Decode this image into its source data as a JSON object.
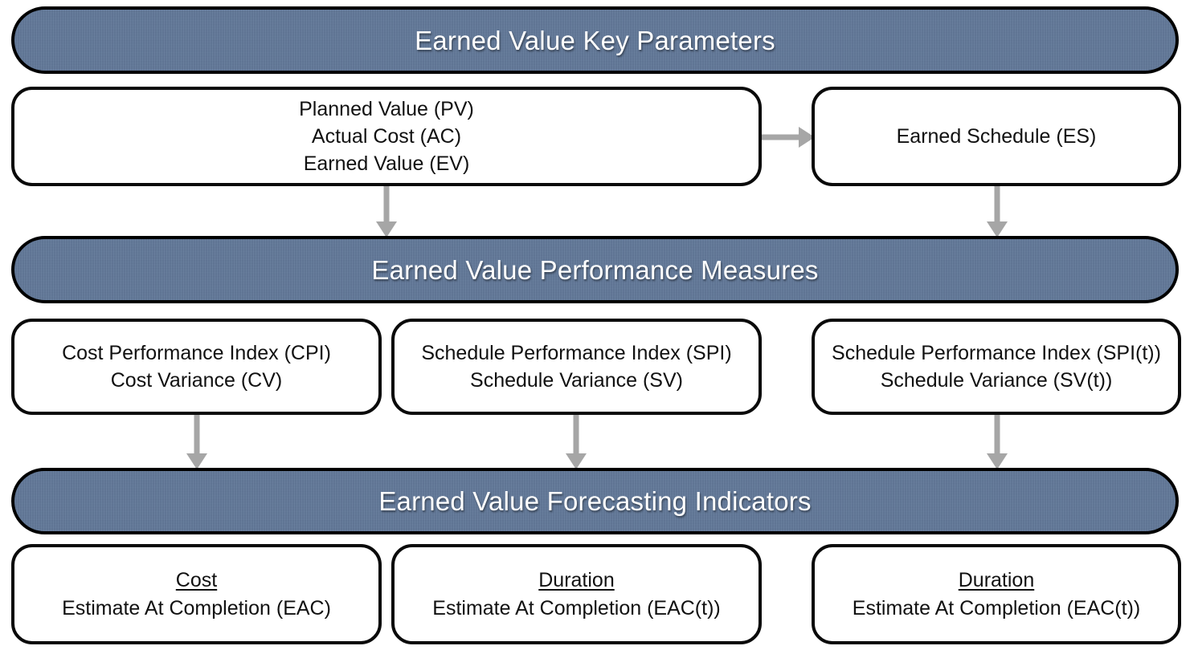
{
  "diagram": {
    "title": "Earned Value Key Parameters",
    "accent_color": "#62799a",
    "box_border_color": "#0a0a0a",
    "arrow_color": "#a6a6a6",
    "banner_text_color": "#ffffff",
    "sections": [
      {
        "id": "key-parameters",
        "banner": "Earned Value Key Parameters",
        "nodes": [
          {
            "id": "pv-ac-ev",
            "lines": [
              "Planned Value (PV)",
              "Actual Cost (AC)",
              "Earned Value (EV)"
            ]
          },
          {
            "id": "earned-schedule",
            "lines": [
              "Earned Schedule (ES)"
            ]
          }
        ]
      },
      {
        "id": "performance-measures",
        "banner": "Earned Value Performance Measures",
        "nodes": [
          {
            "id": "cost-performance",
            "lines": [
              "Cost Performance Index (CPI)",
              "Cost Variance (CV)"
            ]
          },
          {
            "id": "schedule-performance",
            "lines": [
              "Schedule Performance Index (SPI)",
              "Schedule Variance (SV)"
            ]
          },
          {
            "id": "schedule-performance-t",
            "lines": [
              "Schedule Performance Index (SPI(t))",
              "Schedule Variance (SV(t))"
            ]
          }
        ]
      },
      {
        "id": "forecasting-indicators",
        "banner": "Earned Value Forecasting Indicators",
        "nodes": [
          {
            "id": "eac-cost",
            "heading": "Cost",
            "lines": [
              "Estimate At Completion (EAC)"
            ]
          },
          {
            "id": "eac-duration-middle",
            "heading": "Duration",
            "lines": [
              "Estimate At Completion (EAC(t))"
            ]
          },
          {
            "id": "eac-duration-right",
            "heading": "Duration",
            "lines": [
              "Estimate At Completion (EAC(t))"
            ]
          }
        ]
      }
    ],
    "connectors": [
      {
        "id": "params-to-earned-schedule",
        "direction": "right"
      },
      {
        "id": "params-to-performance-banner",
        "direction": "down"
      },
      {
        "id": "earned-schedule-to-performance-banner",
        "direction": "down"
      },
      {
        "id": "cpi-to-forecast-banner",
        "direction": "down"
      },
      {
        "id": "spi-to-forecast-banner",
        "direction": "down"
      },
      {
        "id": "spit-to-forecast-banner",
        "direction": "down"
      }
    ]
  }
}
